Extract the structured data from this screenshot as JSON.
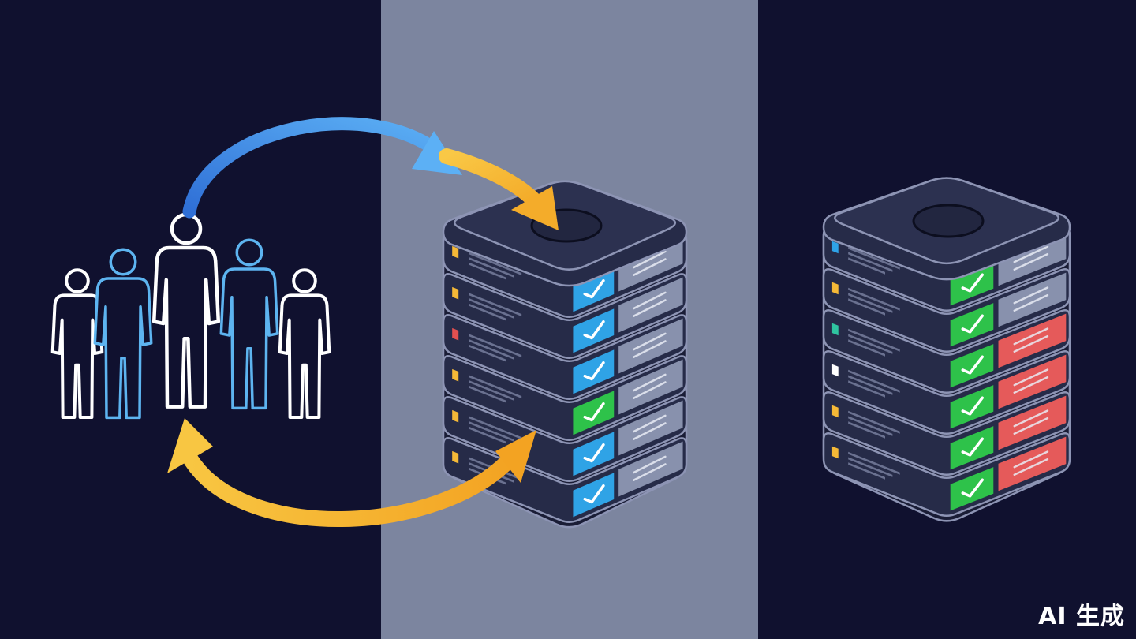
{
  "colors": {
    "background": "#10112f",
    "center_panel": "#7c859f",
    "server_body": "#262b48",
    "server_top": "#2c3150",
    "server_edge": "#8d94b4",
    "blue_arrow": "#3d8fe8",
    "yellow_arrow": "#f6b52f",
    "people_white": "#ffffff",
    "people_blue": "#5db4f0",
    "check_blue": "#2fa3e6",
    "check_green": "#2ec24a",
    "error_red": "#e55a5a",
    "info_gray": "#8891ad"
  },
  "left_server": {
    "units": [
      {
        "led": "#f5b937",
        "status": "blue",
        "info": "gray"
      },
      {
        "led": "#f5b937",
        "status": "blue",
        "info": "gray"
      },
      {
        "led": "#e45050",
        "status": "blue",
        "info": "gray"
      },
      {
        "led": "#f5b937",
        "status": "green",
        "info": "gray"
      },
      {
        "led": "#f5b937",
        "status": "blue",
        "info": "gray"
      },
      {
        "led": "#f5b937",
        "status": "blue",
        "info": "gray"
      }
    ]
  },
  "right_server": {
    "units": [
      {
        "led": "#2ea3e8",
        "status": "green",
        "info": "gray"
      },
      {
        "led": "#f5b937",
        "status": "green",
        "info": "gray"
      },
      {
        "led": "#2fc4a0",
        "status": "green",
        "info": "red"
      },
      {
        "led": "#ffffff",
        "status": "green",
        "info": "red"
      },
      {
        "led": "#f5b937",
        "status": "green",
        "info": "red"
      },
      {
        "led": "#f5b937",
        "status": "green",
        "info": "red"
      }
    ]
  },
  "watermark": "AI 生成"
}
